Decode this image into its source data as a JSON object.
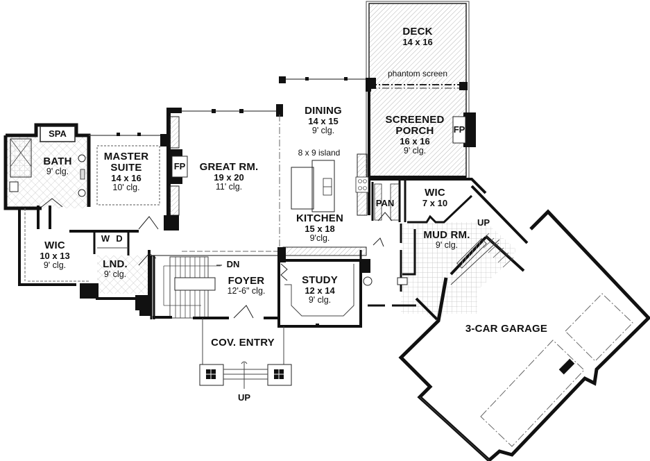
{
  "plan": {
    "rooms": [
      {
        "id": "deck",
        "name": "DECK",
        "size": "14 x 16",
        "ceiling": ""
      },
      {
        "id": "screened-porch",
        "name": "SCREENED",
        "name2": "PORCH",
        "size": "16 x 16",
        "ceiling": "9' clg."
      },
      {
        "id": "dining",
        "name": "DINING",
        "size": "14 x 15",
        "ceiling": "9' clg."
      },
      {
        "id": "kitchen",
        "name": "KITCHEN",
        "size": "15 x 18",
        "ceiling": "9'clg."
      },
      {
        "id": "great-room",
        "name": "GREAT RM.",
        "size": "19 x 20",
        "ceiling": "11' clg."
      },
      {
        "id": "master-suite",
        "name": "MASTER",
        "name2": "SUITE",
        "size": "14 x 16",
        "ceiling": "10' clg."
      },
      {
        "id": "bath",
        "name": "BATH",
        "size": "",
        "ceiling": "9' clg."
      },
      {
        "id": "master-wic",
        "name": "WIC",
        "size": "10 x 13",
        "ceiling": "9' clg."
      },
      {
        "id": "laundry",
        "name": "LND.",
        "size": "",
        "ceiling": "9' clg."
      },
      {
        "id": "foyer",
        "name": "FOYER",
        "size": "",
        "ceiling": "12'-6\" clg."
      },
      {
        "id": "study",
        "name": "STUDY",
        "size": "12 x 14",
        "ceiling": "9' clg."
      },
      {
        "id": "mud-room",
        "name": "MUD RM.",
        "size": "",
        "ceiling": "9' clg."
      },
      {
        "id": "wic-2",
        "name": "WIC",
        "size": "7 x 10",
        "ceiling": ""
      },
      {
        "id": "garage",
        "name": "3-CAR GARAGE",
        "size": "",
        "ceiling": ""
      },
      {
        "id": "cov-entry",
        "name": "COV. ENTRY",
        "size": "",
        "ceiling": ""
      }
    ],
    "annotations": {
      "phantom_screen": "phantom screen",
      "island": "8 x 9 island",
      "spa": "SPA",
      "fp_great": "FP",
      "fp_porch": "FP",
      "washer": "W",
      "dryer": "D",
      "pantry": "PAN",
      "stairs_dn": "DN",
      "stairs_up_mud": "UP",
      "stairs_up_entry": "UP"
    },
    "colors": {
      "wall": "#1a1a1a",
      "hatch": "#9a9a9a",
      "background": "#ffffff",
      "tile": "#c8c8c8"
    }
  }
}
